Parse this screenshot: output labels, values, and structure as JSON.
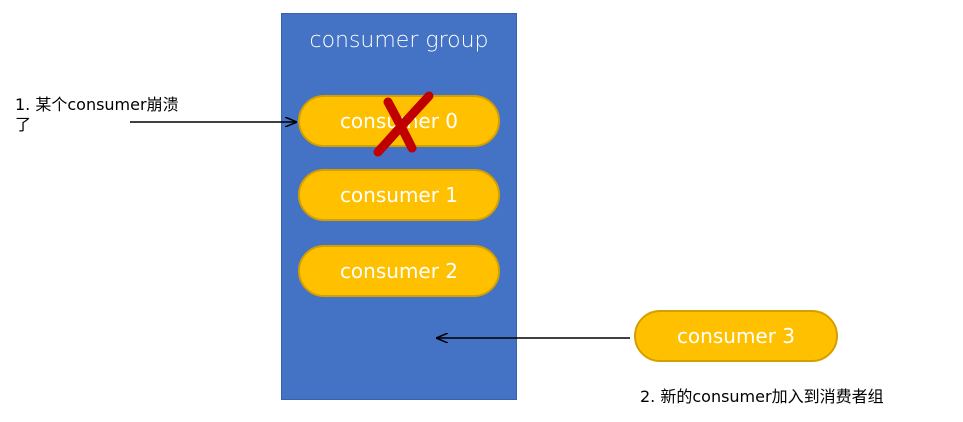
{
  "group": {
    "title": "consumer group"
  },
  "consumers": [
    {
      "label": "consumer 0",
      "crashed": true
    },
    {
      "label": "consumer 1"
    },
    {
      "label": "consumer 2"
    }
  ],
  "new_consumer": {
    "label": "consumer 3"
  },
  "annotations": {
    "crash_note": "1. 某个consumer崩溃了",
    "join_note": "2. 新的consumer加入到消费者组"
  },
  "colors": {
    "group_fill": "#4472c4",
    "consumer_fill": "#ffc000",
    "crash_mark": "#c00000"
  },
  "icons": {
    "crash": "cross-mark-icon"
  }
}
